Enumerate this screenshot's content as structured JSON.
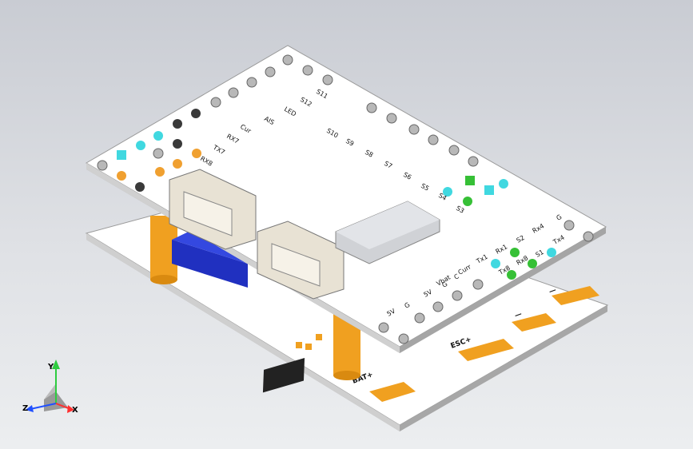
{
  "colors": {
    "board": "#ffffff",
    "board_edge": "#c8c8c8",
    "pad_grey": "#b8b8b8",
    "pad_dark": "#3a3a3a",
    "pad_cyan": "#40d8e0",
    "pad_orange": "#f0a030",
    "pad_green": "#36c036",
    "standoff": "#f0a020",
    "connector_blue": "#2030c0",
    "usb_grey": "#d0d2d6"
  },
  "top_board": {
    "right_labels": [
      "S11",
      "S12",
      "LED"
    ],
    "left_labels": [
      "Cur",
      "RX7",
      "TX7",
      "RX8",
      "AIS"
    ],
    "pin_labels": [
      "S10",
      "S9",
      "S8",
      "S7",
      "S6",
      "S5",
      "S4",
      "S3"
    ],
    "bottom_labels": [
      "5V",
      "G",
      "5V",
      "G",
      "C",
      "Vbat",
      "Curr",
      "Tx1",
      "Rx1",
      "Tx8",
      "Rx8",
      "S2",
      "S1",
      "G",
      "Rx4",
      "Tx4"
    ]
  },
  "bottom_board": {
    "bat_label": "BAT+",
    "esc_label": "ESC+",
    "minus_label_1": "—",
    "minus_label_2": "—"
  },
  "axis": {
    "x": "X",
    "y": "Y",
    "z": "Z"
  }
}
